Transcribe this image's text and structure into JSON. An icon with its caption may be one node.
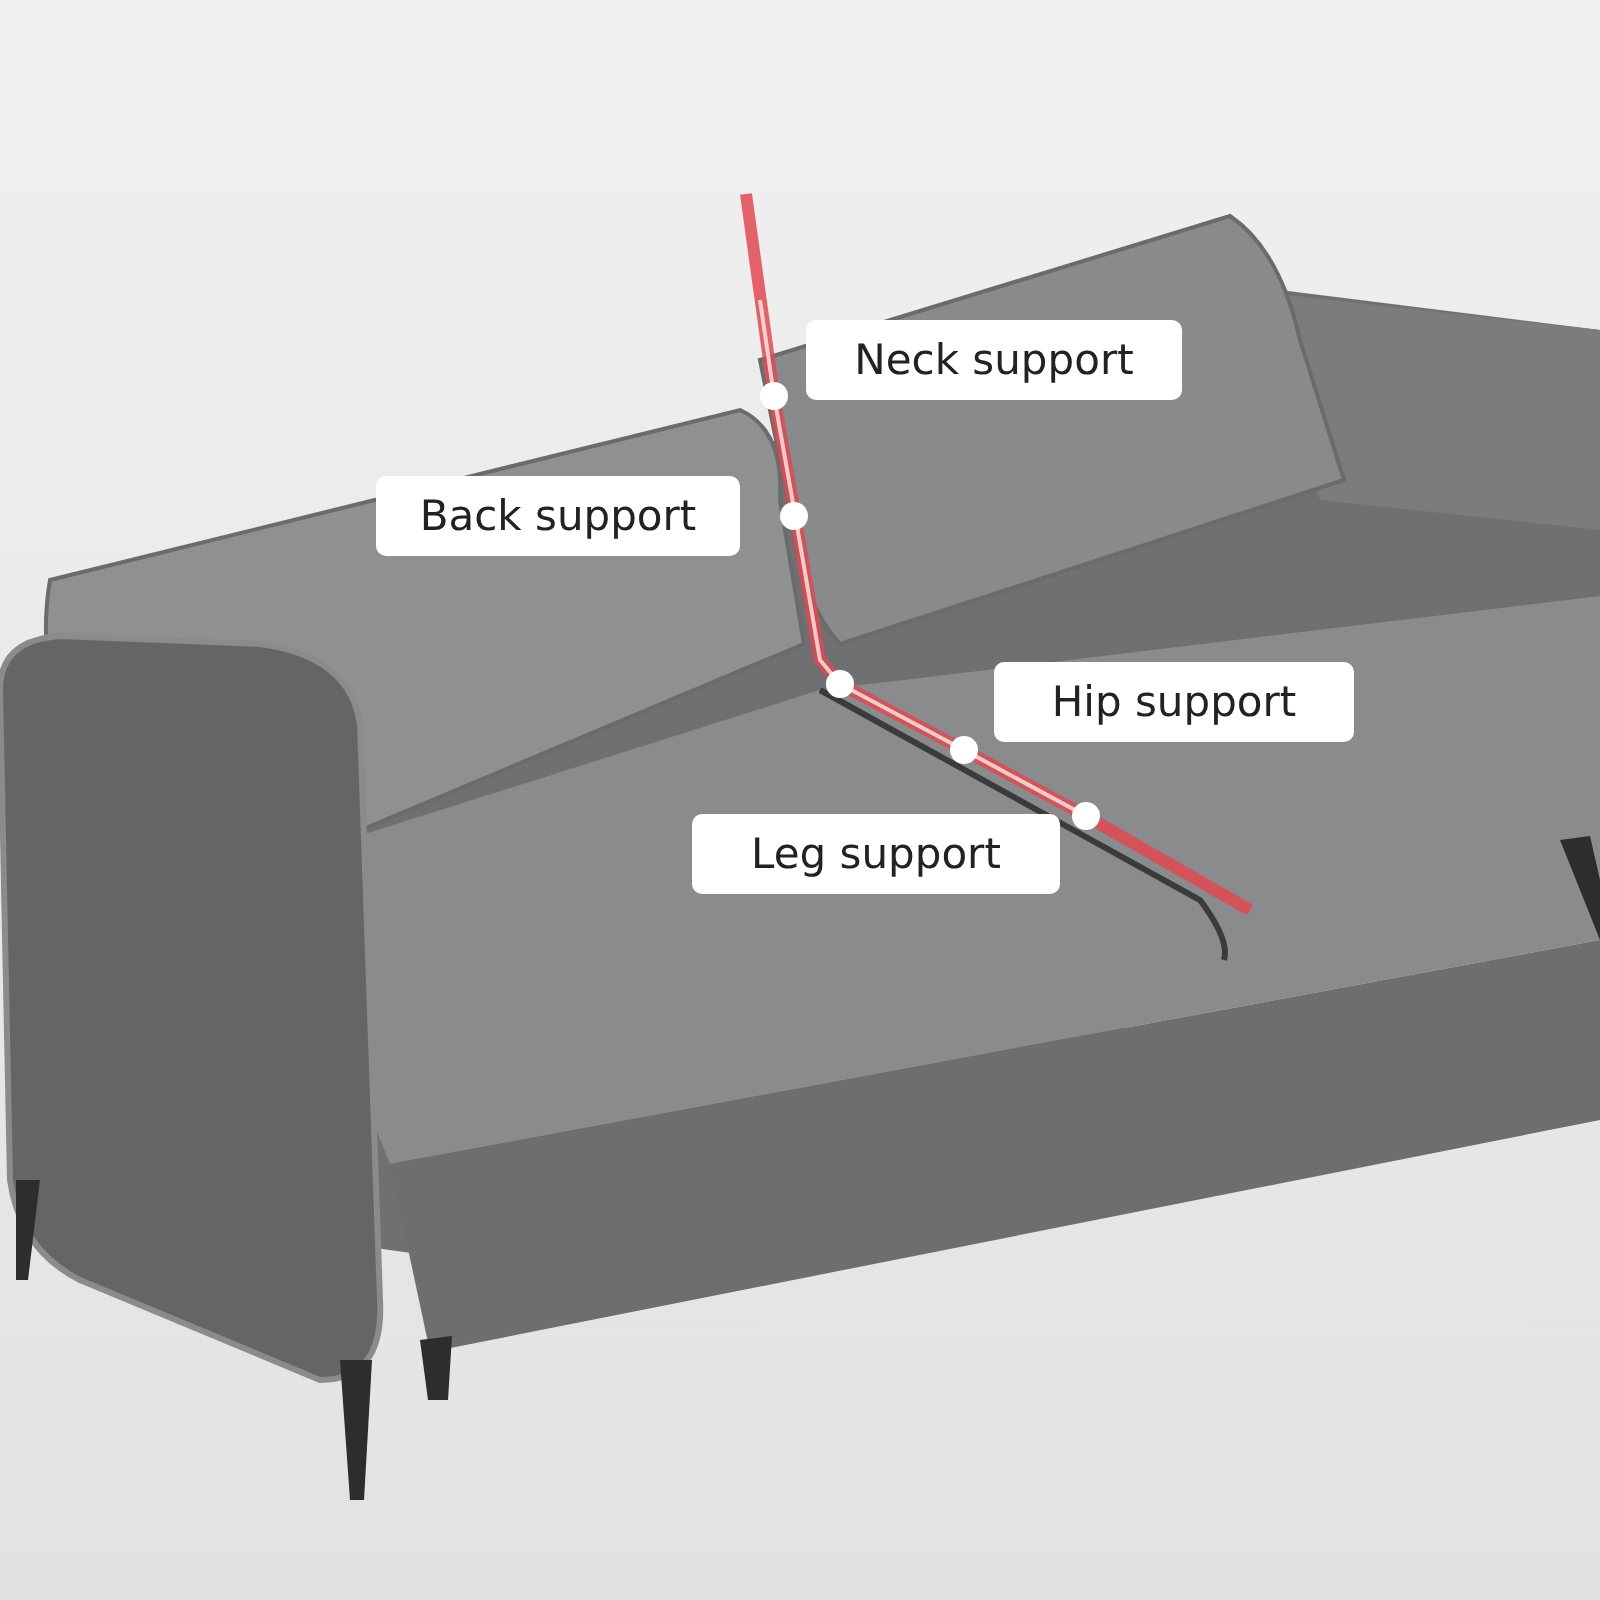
{
  "diagram": {
    "labels": [
      "Neck support",
      "Back support",
      "Hip support",
      "Leg support"
    ]
  }
}
